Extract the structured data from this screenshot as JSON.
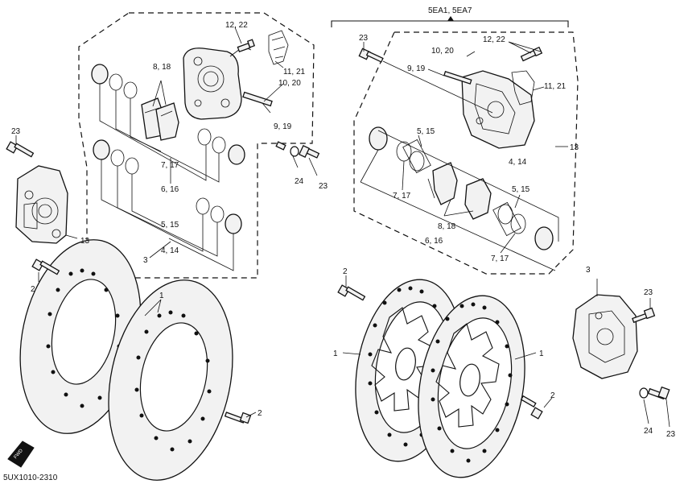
{
  "model_header": "5EA1, 5EA7",
  "diagram_code": "5UX1010-2310",
  "fwd_badge": "FWD",
  "callouts": {
    "l_12_22": "12, 22",
    "l_8_18": "8, 18",
    "l_11_21": "11, 21",
    "l_10_20": "10, 20",
    "l_9_19": "9, 19",
    "l_7_17": "7, 17",
    "l_6_16": "6, 16",
    "l_5_15": "5, 15",
    "l_4_14": "4, 14",
    "l_3": "3",
    "l_23_top": "23",
    "l_13": "13",
    "l_24": "24",
    "l_23_mid": "23",
    "l_2_top": "2",
    "l_1": "1",
    "l_2_bot": "2",
    "r_23_top": "23",
    "r_10_20": "10, 20",
    "r_12_22": "12, 22",
    "r_9_19": "9, 19",
    "r_11_21": "11, 21",
    "r_5_15_top": "5, 15",
    "r_13": "13",
    "r_4_14": "4, 14",
    "r_7_17_top": "7, 17",
    "r_5_15_bot": "5, 15",
    "r_8_18": "8, 18",
    "r_6_16": "6, 16",
    "r_7_17_bot": "7, 17",
    "r_2_top": "2",
    "r_3": "3",
    "r_23_mid": "23",
    "r_1_left": "1",
    "r_1_right": "1",
    "r_2_bot": "2",
    "r_24": "24",
    "r_23_bot": "23"
  }
}
